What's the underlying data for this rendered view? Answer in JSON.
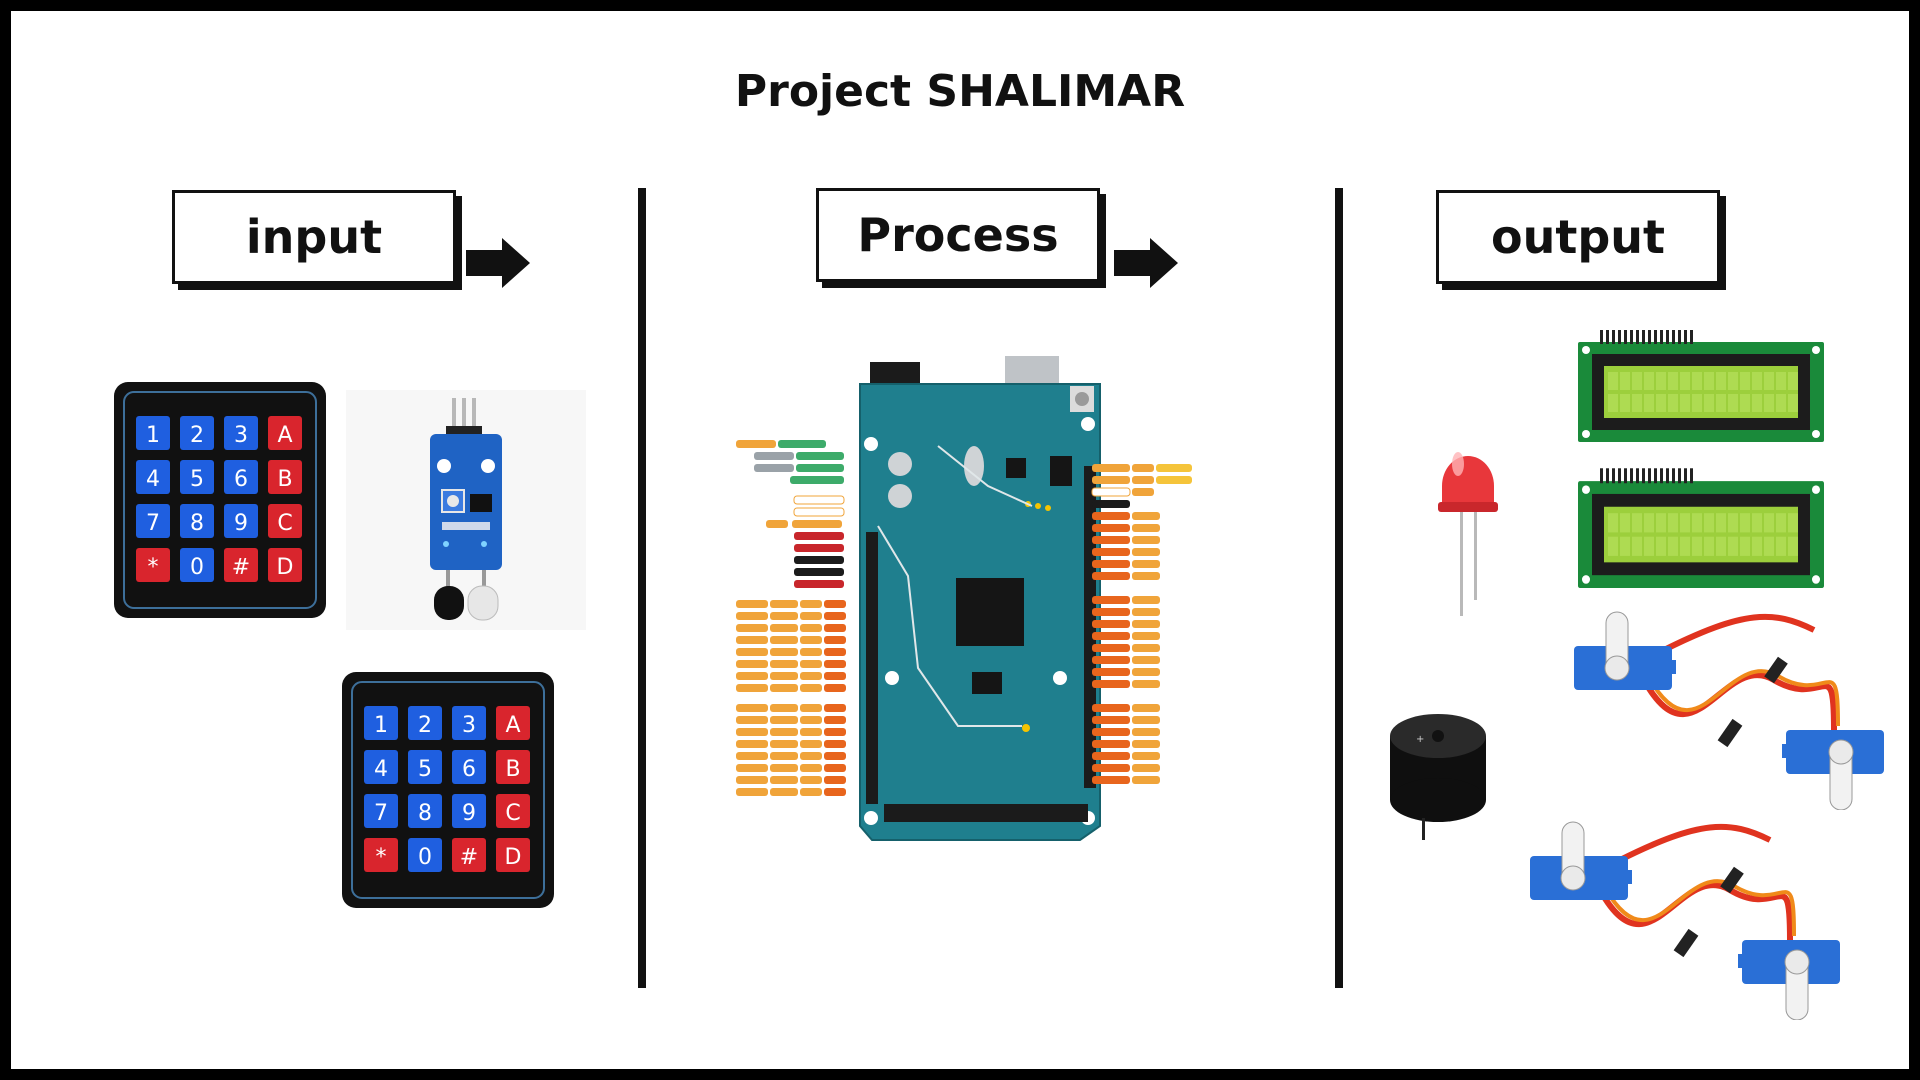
{
  "title": "Project SHALIMAR",
  "stages": {
    "input": "input",
    "process": "Process",
    "output": "output"
  },
  "keypad": {
    "keys": [
      "1",
      "2",
      "3",
      "A",
      "4",
      "5",
      "6",
      "B",
      "7",
      "8",
      "9",
      "C",
      "*",
      "0",
      "#",
      "D"
    ]
  },
  "components": {
    "input": [
      "keypad-4x4",
      "ir-obstacle-sensor",
      "keypad-4x4"
    ],
    "process": [
      "arduino-mega-2560"
    ],
    "output": [
      "red-led",
      "lcd-16x2",
      "lcd-16x2",
      "piezo-buzzer",
      "micro-servo",
      "micro-servo",
      "micro-servo",
      "micro-servo"
    ]
  },
  "colors": {
    "board": "#1f7f8e",
    "lcd": "#9ccf3c",
    "pcb": "#1a8a3a",
    "key_blue": "#1f5fe0",
    "key_red": "#d9252d",
    "led": "#e8373b",
    "servo": "#2a6fd6",
    "wire_red": "#e0331f",
    "wire_orange": "#f08a1a"
  }
}
